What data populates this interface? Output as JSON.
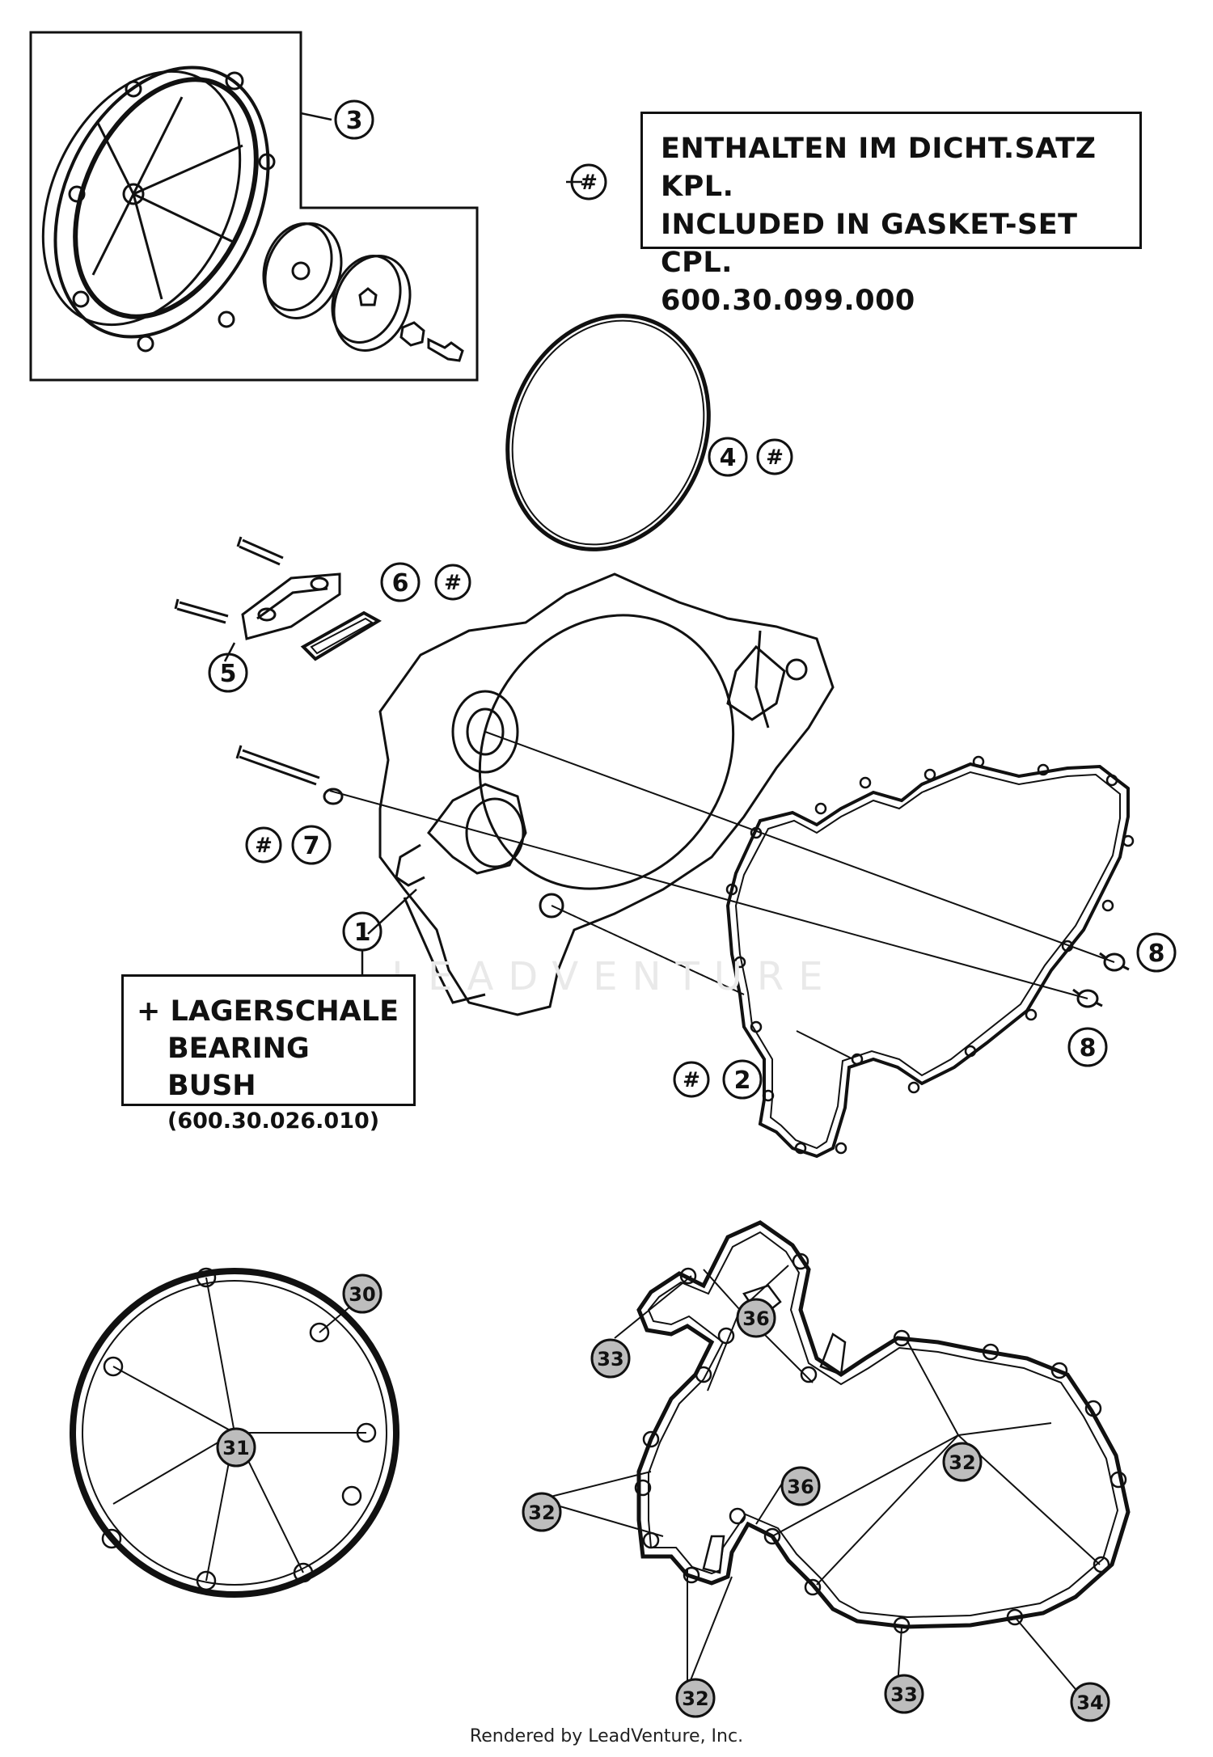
{
  "callouts": {
    "c1": "1",
    "c2": "2",
    "c3": "3",
    "c4": "4",
    "c5": "5",
    "c6": "6",
    "c7": "7",
    "c8": "8",
    "c30": "30",
    "c31": "31",
    "c32": "32",
    "c33": "33",
    "c34": "34",
    "c36": "36"
  },
  "hash_symbol": "#",
  "gasket_set_note": {
    "line1": "ENTHALTEN IM DICHT.SATZ KPL.",
    "line2": "INCLUDED IN GASKET-SET CPL.",
    "line3": "600.30.099.000"
  },
  "bearing_note": {
    "line1": "+ LAGERSCHALE",
    "line2": "BEARING BUSH",
    "line3": "(600.30.026.010)"
  },
  "watermark": "LEADVENTURE",
  "credit": "Rendered by LeadVenture, Inc.",
  "colors": {
    "ink": "#111111",
    "background": "#ffffff",
    "watermark": "#e9e9e9",
    "marker_fill": "#bdbdbd"
  }
}
